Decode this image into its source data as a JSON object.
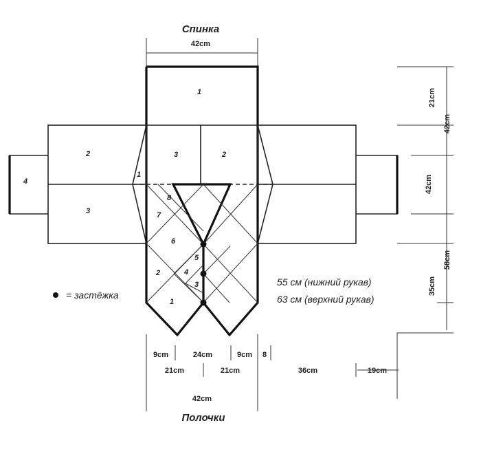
{
  "titles": {
    "back": "Спинка",
    "fronts": "Полочки"
  },
  "measures": {
    "top_width": "42cm",
    "right_upper": "21cm",
    "right_total": "42cm",
    "right_cuff": "42cm",
    "right_sleeve_a": "58cm",
    "right_sleeve_b": "35cm",
    "bottom_9_left": "9cm",
    "bottom_24": "24cm",
    "bottom_9_right": "9cm",
    "bottom_8": "8",
    "bottom_21_left": "21cm",
    "bottom_21_right": "21cm",
    "bottom_36": "36cm",
    "bottom_19": "19cm",
    "bottom_42": "42cm"
  },
  "legend": {
    "bullet": "●",
    "text": "= застёжка"
  },
  "sleeve_note": {
    "lower": "55 см (нижний рукав)",
    "upper": "63 см (верхний рукав)"
  },
  "panels": {
    "back_top": "1",
    "back_left": "3",
    "back_right": "2",
    "sleeve_left_top": "2",
    "sleeve_left_bottom": "3",
    "cuff_left": "4",
    "side_1": "1",
    "front_8": "8",
    "front_7": "7",
    "front_6": "6",
    "front_5": "5",
    "front_4": "4",
    "front_3": "3",
    "front_2": "2",
    "front_1": "1"
  }
}
